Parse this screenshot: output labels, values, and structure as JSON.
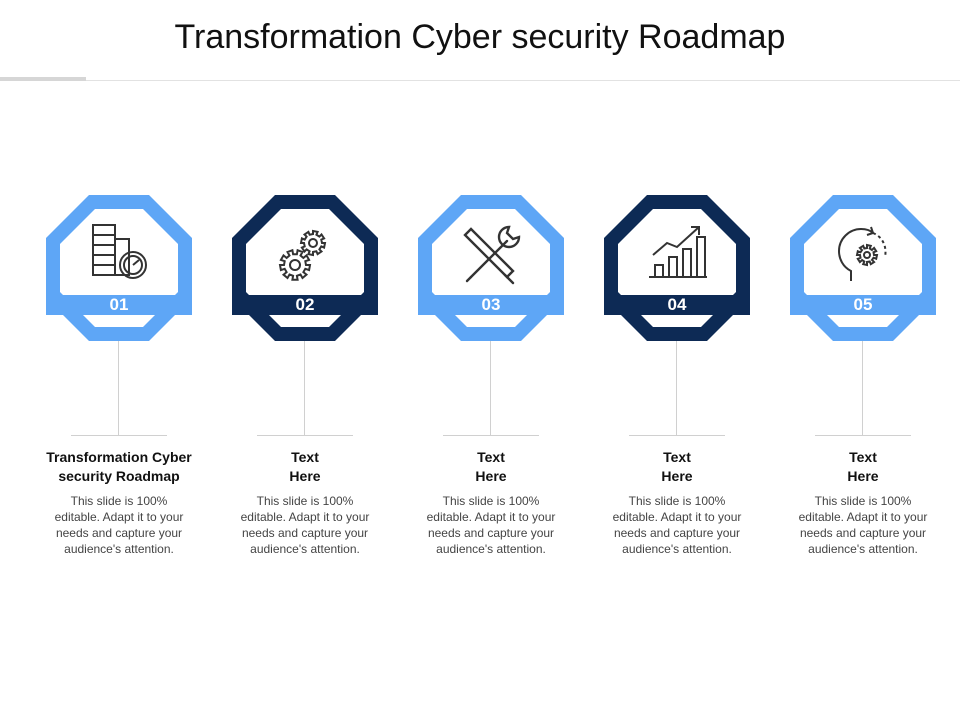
{
  "title": "Transformation Cyber security Roadmap",
  "colors": {
    "light": "#5ea6f6",
    "dark": "#0d2a55",
    "icon": "#333333"
  },
  "steps": [
    {
      "number": "01",
      "heading": "Transformation Cyber\nsecurity Roadmap",
      "description": "This slide is 100% editable. Adapt it to your needs and capture your audience's attention.",
      "variant": "light",
      "icon": "server-gauge-icon"
    },
    {
      "number": "02",
      "heading": "Text\nHere",
      "description": "This slide is 100% editable. Adapt it to your needs and capture your audience's attention.",
      "variant": "dark",
      "icon": "gears-icon"
    },
    {
      "number": "03",
      "heading": "Text\nHere",
      "description": "This slide is 100% editable. Adapt it to your needs and capture your audience's attention.",
      "variant": "light",
      "icon": "tools-icon"
    },
    {
      "number": "04",
      "heading": "Text\nHere",
      "description": "This slide is 100% editable. Adapt it to your needs and capture your audience's attention.",
      "variant": "dark",
      "icon": "growth-chart-icon"
    },
    {
      "number": "05",
      "heading": "Text\nHere",
      "description": "This slide is 100% editable. Adapt it to your needs and capture your audience's attention.",
      "variant": "light",
      "icon": "head-gear-icon"
    }
  ]
}
